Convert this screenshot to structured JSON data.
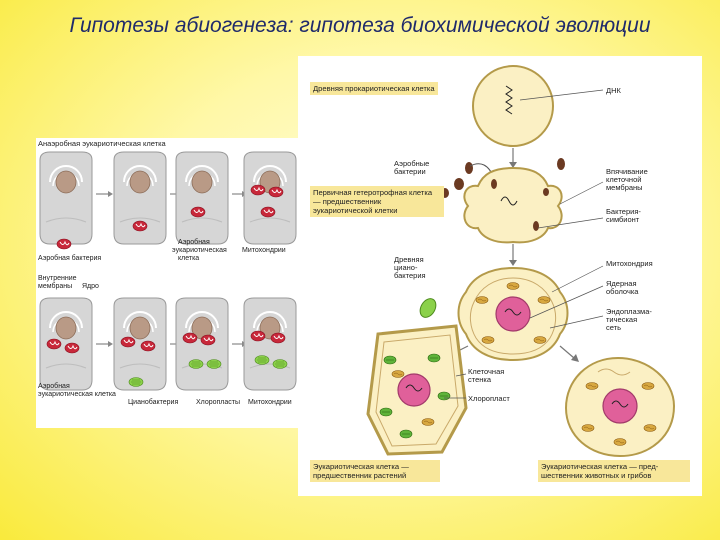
{
  "title": "Гипотезы абиогенеза: гипотеза биохимической эволюции",
  "left_diagram": {
    "top_row_title": "Анаэробная эукариотическая клетка",
    "label_aerobic_bacterium": "Аэробная бактерия",
    "label_aerobic_cell": "Аэробная эукариотическая клетка",
    "label_mitochondria": "Митохондрии",
    "label_inner_membranes": "Внутренние мембраны",
    "label_nucleus": "Ядро",
    "label_aerobic_cell_bottom": "Аэробная эукариотическая клетка",
    "label_cyanobacterium": "Цианобактерия",
    "label_chloroplasts": "Хлоропласты",
    "label_mitochondria_bottom": "Митохондрии"
  },
  "right_diagram": {
    "caption_ancient_prokaryote": "Древняя прокариотическая клетка",
    "label_dna": "ДНК",
    "label_aerobic_bacteria": "Аэробные бактерии",
    "label_invagination": "Впячивание клеточной мембраны",
    "caption_primary_heterotroph": "Первичная гетеротрофная клетка — предшественник эукариотической клетки",
    "label_bacterium_symbiont": "Бактерия-симбионт",
    "label_ancient_cyanobacterium": "Древняя циано-бактерия",
    "label_mitochondrion": "Митохондрия",
    "label_nuclear_envelope": "Ядерная оболочка",
    "label_er": "Эндоплазма-тическая сеть",
    "label_cell_wall": "Клеточная стенка",
    "label_chloroplast": "Хлоропласт",
    "caption_plant_precursor": "Эукариотическая клетка — предшественник растений",
    "caption_animal_precursor": "Эукариотическая клетка — пред-шественник животных и грибов"
  },
  "colors": {
    "background_center": "#fffde0",
    "background_edge": "#f9ea3c",
    "title": "#1f2a6b",
    "cell_yellow": "#f7e3a0",
    "cell_gray": "#d6d6d6",
    "nucleus_pink": "#e0609a",
    "bacterium_red": "#c8283a",
    "chloroplast_green": "#8bd14a",
    "caption_bg": "#f8e79a"
  }
}
